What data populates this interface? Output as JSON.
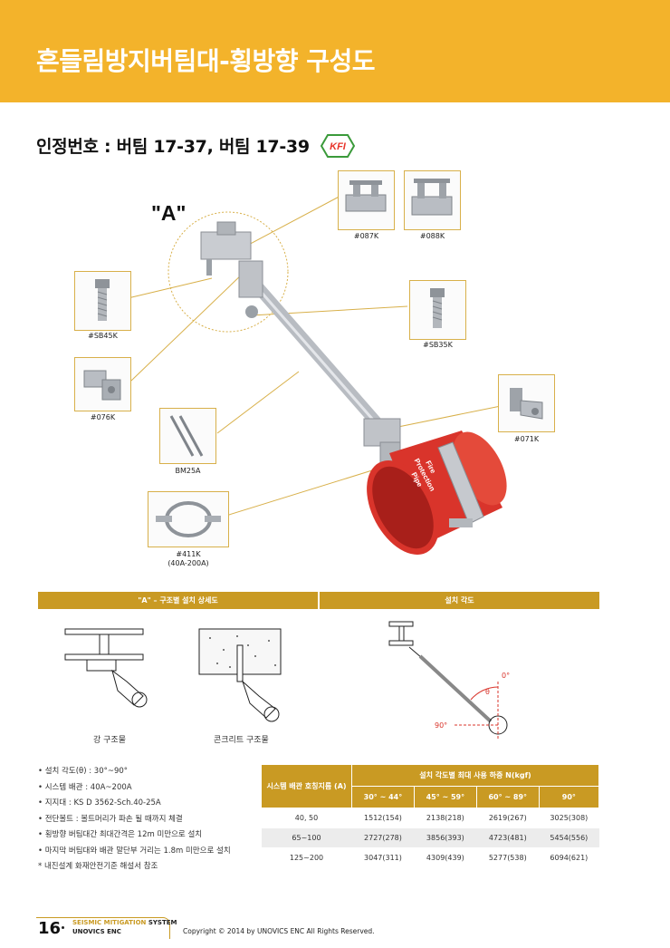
{
  "header": {
    "title": "흔들림방지버팀대-횡방향 구성도"
  },
  "certification": {
    "title": "인정번호 : 버팀 17-37, 버팀 17-39",
    "logo_text": "KFI"
  },
  "diagram": {
    "detail_label": "\"A\"",
    "pipe_text": [
      "Fire",
      "Protection",
      "Pipe"
    ],
    "parts": [
      {
        "id": "087K",
        "label": "#087K"
      },
      {
        "id": "088K",
        "label": "#088K"
      },
      {
        "id": "SB45K",
        "label": "#SB45K"
      },
      {
        "id": "SB35K",
        "label": "#SB35K"
      },
      {
        "id": "076K",
        "label": "#076K"
      },
      {
        "id": "071K",
        "label": "#071K"
      },
      {
        "id": "BM25A",
        "label": "BM25A"
      },
      {
        "id": "411K",
        "label": "#411K",
        "sublabel": "(40A-200A)"
      }
    ]
  },
  "details": {
    "left_header": "\"A\" – 구조별 설치 상세도",
    "right_header": "설치 각도",
    "steel_caption": "강 구조물",
    "concrete_caption": "콘크리트 구조물",
    "angle_zero": "0°",
    "angle_theta": "θ",
    "angle_ninety": "90°"
  },
  "notes": [
    "• 설치 각도(θ) : 30°~90°",
    "• 시스템 배관 : 40A~200A",
    "• 지지대 : KS D 3562-Sch.40-25A",
    "• 전단볼트 : 볼트머리가 파손 될 때까지 체결",
    "• 횡방향 버팀대간 최대간격은 12m 미만으로 설치",
    "• 마지막 버팀대와 배관 말단부 거리는 1.8m 미만으로 설치",
    "* 내진설계 화재안전기준 해설서 참조"
  ],
  "load_table": {
    "col_header": "시스템 배관 호칭지름 (A)",
    "group_header": "설치 각도별 최대 사용 하중 N(kgf)",
    "angles": [
      "30° ~ 44°",
      "45° ~ 59°",
      "60° ~ 89°",
      "90°"
    ],
    "rows": [
      {
        "size": "40, 50",
        "values": [
          "1512(154)",
          "2138(218)",
          "2619(267)",
          "3025(308)"
        ]
      },
      {
        "size": "65~100",
        "values": [
          "2727(278)",
          "3856(393)",
          "4723(481)",
          "5454(556)"
        ]
      },
      {
        "size": "125~200",
        "values": [
          "3047(311)",
          "4309(439)",
          "5277(538)",
          "6094(621)"
        ]
      }
    ]
  },
  "footer": {
    "page_number": "16",
    "brand_line1_a": "SEISMIC MITIGATION",
    "brand_line1_b": "SYSTEM",
    "brand_line2": "UNOVICS ENC",
    "copyright": "Copyright © 2014 by UNOVICS ENC All Rights Reserved."
  },
  "colors": {
    "accent": "#f3b32b",
    "gold": "#c99a23",
    "pipe_red": "#d9342b",
    "leader": "#d8b04a"
  }
}
